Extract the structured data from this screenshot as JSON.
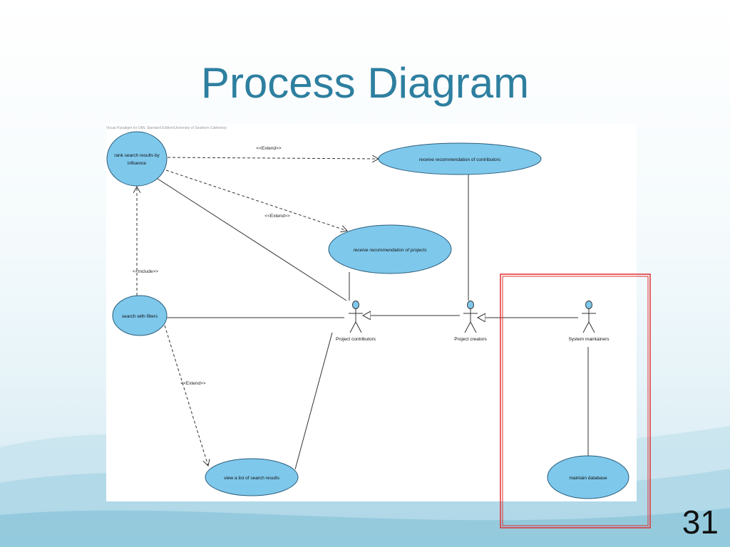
{
  "slide": {
    "title": "Process Diagram",
    "number": "31"
  },
  "diagram": {
    "watermark": "Visual Paradigm for UML Standard Edition(University of Southern California)",
    "use_cases": {
      "rank": [
        "rank search results by",
        "influence"
      ],
      "receive_contributors": "receive recommendation of contributors",
      "receive_projects": "receive recommendation of projects",
      "search_filters": "search with filters",
      "view_list": "view a list of search results",
      "maintain_db": "maintain database"
    },
    "actors": {
      "contributors": "Project contributors",
      "creators": "Project creators",
      "maintainers": "System maintainers"
    },
    "stereotypes": {
      "extend_1": "<<Extend>>",
      "extend_2": "<<Extend>>",
      "include": "<<Include>>",
      "extend_3": "<<Extend>>"
    },
    "colors": {
      "use_case_fill": "#7ec8ec",
      "highlight": "#e03030"
    }
  }
}
